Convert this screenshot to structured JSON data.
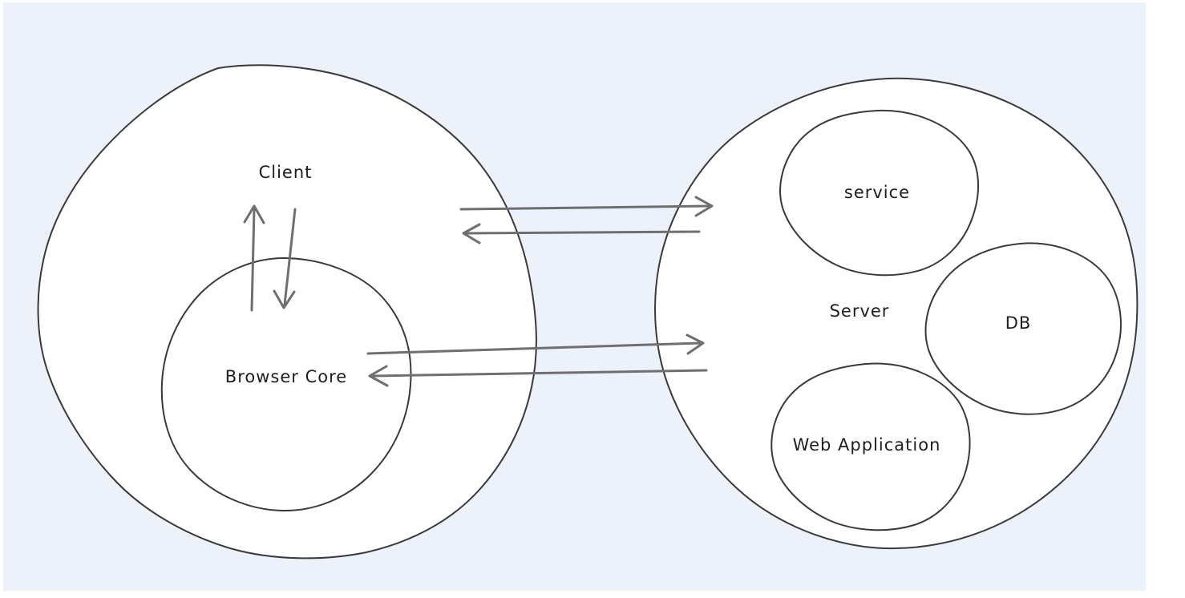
{
  "colors": {
    "canvas-bg": "#ecf1fa",
    "page-bg": "#ffffff",
    "outline": "#3a3a3a",
    "arrow": "#6f6f6f",
    "text": "#1e1e1e"
  },
  "labels": {
    "client": "Client",
    "browser_core": "Browser Core",
    "server": "Server",
    "service": "service",
    "db": "DB",
    "web_application": "Web Application"
  }
}
